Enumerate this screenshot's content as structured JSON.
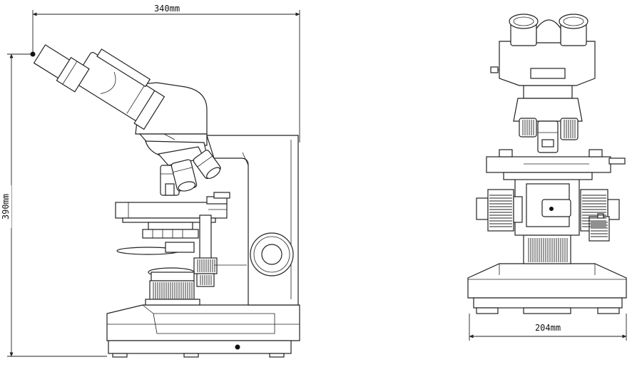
{
  "dimensions": {
    "width_label": "340mm",
    "height_label": "390mm",
    "depth_label": "204mm"
  }
}
